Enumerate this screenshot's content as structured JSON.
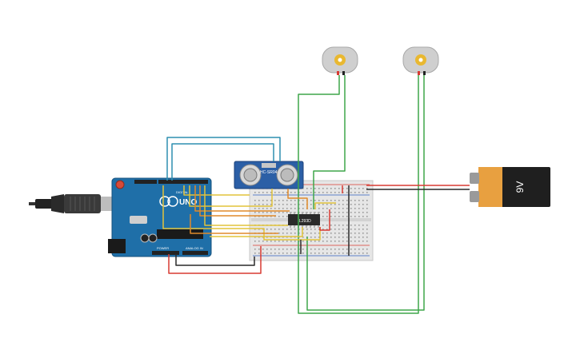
{
  "arduino": {
    "logo_text": "UNO",
    "power_label": "POWER",
    "analog_label": "ANALOG IN",
    "digital_label": "DIGITAL"
  },
  "sensor": {
    "label": "HC-SR04"
  },
  "ic": {
    "label": "L293D"
  },
  "battery": {
    "label": "9V"
  },
  "colors": {
    "arduino_board": "#1f6fa8",
    "breadboard": "#e6e6e6",
    "sensor_board": "#2b5fa6",
    "battery_body": "#1f1f1f",
    "battery_top": "#e8a040",
    "motor_body": "#cfcfcf",
    "motor_hub": "#e9b830",
    "wire_green": "#3ea64a",
    "wire_yellow": "#e2c33a",
    "wire_orange": "#e08a2a",
    "wire_red": "#d83a32",
    "wire_black": "#2a2a2a",
    "wire_teal": "#2f8fb0"
  }
}
